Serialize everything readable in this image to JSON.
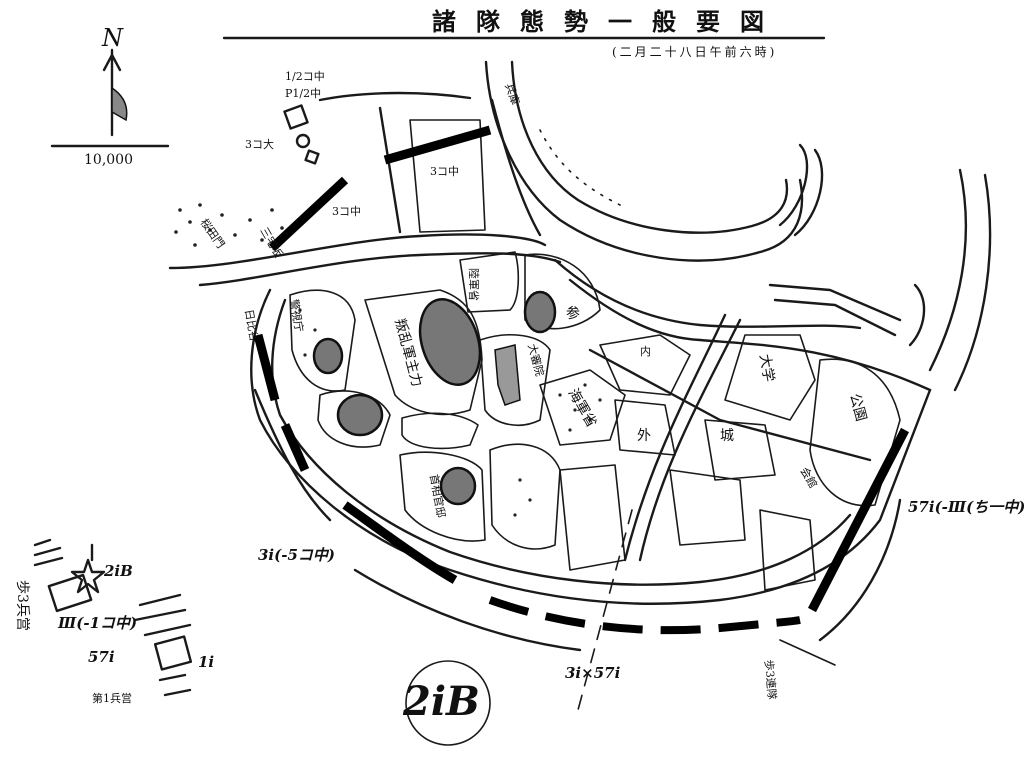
{
  "title": "諸隊態勢一般要図",
  "subtitle": "(二月二十八日午前六時)",
  "north_arrow": {
    "letter": "N",
    "icon": "north-arrow-icon"
  },
  "scale_label": "10,000",
  "labels": {
    "co3_a": "3コ中",
    "co3_b": "3コ中",
    "co3_top": "1/2コ中",
    "pl2": "P1/2中",
    "co3_large": "3コ大",
    "rikugunsho": "陸軍省",
    "sanbohonbu": "参",
    "keishicho": "警視庁",
    "shushokantei": "首相官邸",
    "ridai": "叛乱軍主力",
    "gaimusho": "外",
    "naimusho": "内",
    "kaigunsho": "海軍省",
    "koen": "公園",
    "kaikan": "会館",
    "daiuji": "大学",
    "daishinin": "大審院",
    "shiro": "城",
    "left_vert": "歩3兵営",
    "left_vert2": "第1兵営",
    "hyogo": "兵庫",
    "sakurada": "桜田門",
    "miyake": "三宅坂",
    "hibiya": "日比谷"
  },
  "units": {
    "u3i": "3i(-5コ中)",
    "u57i_right": "57i(-Ⅲ(ち一中))",
    "u57i_left": "57i",
    "u1i": "1i",
    "u2iB_small": "2iB",
    "u2iB_big": "2iB",
    "u3i57i": "3i×57i",
    "u3_1": "Ⅲ(-1コ中)",
    "dotted_right": "歩3連隊"
  }
}
